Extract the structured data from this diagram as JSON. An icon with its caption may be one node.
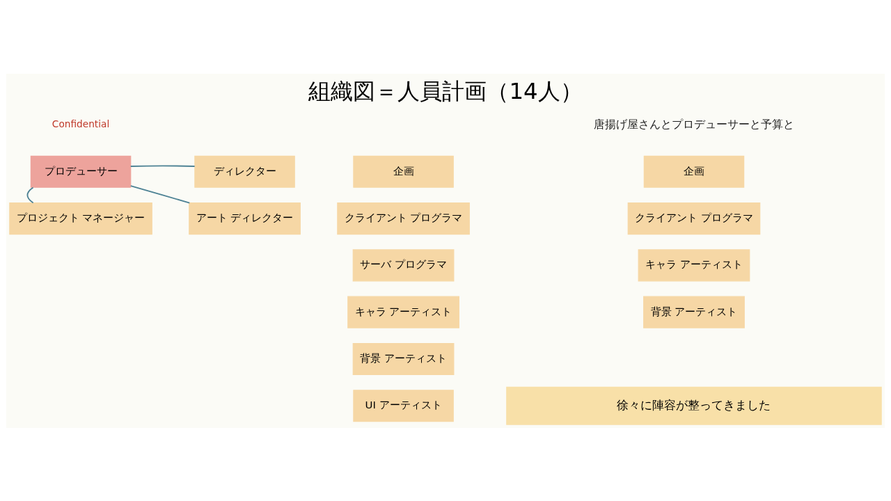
{
  "diagram": {
    "title": "組織図＝人員計画（14人）",
    "nodes": [
      {
        "text": [
          "プロデューサー"
        ]
      },
      {
        "text": [
          "プロジェクト マネージャー"
        ]
      },
      {
        "text": [
          "ディレクター"
        ]
      },
      {
        "text": [
          "アート ディレクター"
        ]
      },
      {
        "text": [
          "企画"
        ]
      },
      {
        "text": [
          "クライアント プログラマ"
        ]
      },
      {
        "text": [
          "サーバ プログラマ"
        ]
      },
      {
        "text": [
          "キャラ アーティスト"
        ]
      },
      {
        "text": [
          "背景 アーティスト"
        ]
      },
      {
        "text": [
          "UI アーティスト"
        ]
      },
      {
        "text": [
          "企画"
        ]
      },
      {
        "text": [
          "クライアント プログラマ"
        ]
      },
      {
        "text": [
          "キャラ アーティスト"
        ]
      },
      {
        "text": [
          "背景 アーティスト"
        ]
      },
      {
        "text": [
          "徐々に陣容が整ってきました"
        ]
      }
    ],
    "edges": [
      {
        "from": 0,
        "to": 1,
        "arrow": "none"
      },
      {
        "from": 0,
        "to": 2,
        "arrow": "none"
      },
      {
        "from": 0,
        "to": 3,
        "arrow": "none"
      }
    ],
    "labels": [
      "Confidential",
      "唐揚げ屋さんとプロデューサーと予算と"
    ]
  }
}
